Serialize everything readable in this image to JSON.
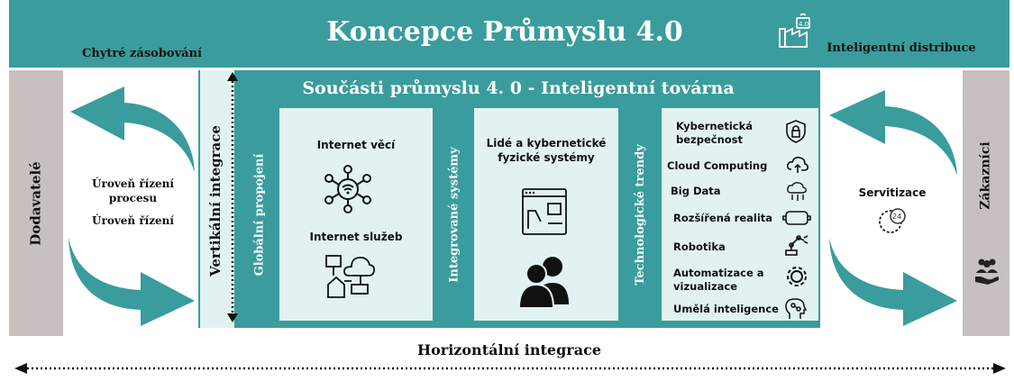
{
  "header": {
    "title": "Koncepce Průmyslu 4.0",
    "left_caption": "Chytré zásobování",
    "right_caption": "Inteligentní distribuce",
    "factory_icon_badge": "4.0",
    "icon": "factory-icon"
  },
  "left_side": {
    "label": "Dodavatelé",
    "level_control_process": "Úroveň řízení procesu",
    "level_control": "Úroveň řízení"
  },
  "right_side": {
    "label": "Zákazníci",
    "servitization": "Servitizace",
    "icons": [
      "gear-24-icon",
      "people-hand-icon"
    ]
  },
  "factory": {
    "title": "Součásti průmyslu 4. 0 - Inteligentní továrna",
    "vertical_integration": "Vertikální integrace",
    "global_networking": {
      "label": "Globální propojení",
      "items": [
        "Internet věcí",
        "Internet služeb"
      ],
      "icons": [
        "iot-network-icon",
        "internet-of-services-icon"
      ]
    },
    "integrated_systems": {
      "label": "Integrované systémy",
      "items": [
        "Lidé a kybernetické fyzické systémy"
      ],
      "icons": [
        "robot-arm-screen-icon",
        "people-icon"
      ]
    },
    "technology_trends": {
      "label": "Technologické trendy",
      "items": [
        {
          "label": "Kybernetická bezpečnost",
          "icon": "shield-lock-icon"
        },
        {
          "label": "Cloud Computing",
          "icon": "cloud-icon"
        },
        {
          "label": "Big Data",
          "icon": "big-data-cloud-icon"
        },
        {
          "label": "Rozšířená realita",
          "icon": "vr-headset-icon"
        },
        {
          "label": "Robotika",
          "icon": "robot-arm-icon"
        },
        {
          "label": "Automatizace a vizualizace",
          "icon": "gear-automation-icon"
        },
        {
          "label": "Umělá inteligence",
          "icon": "ai-head-icon"
        }
      ]
    }
  },
  "footer": {
    "horizontal_integration": "Horizontální integrace"
  },
  "colors": {
    "teal": "#3a9c9c",
    "light_teal": "#e2f2f2",
    "gray": "#c8bfbf"
  }
}
